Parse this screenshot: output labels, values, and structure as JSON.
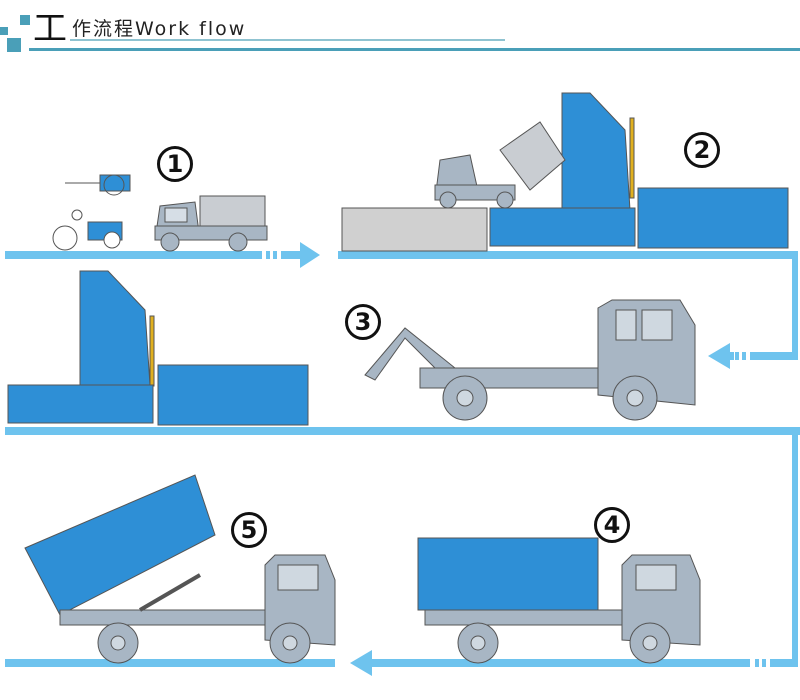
{
  "header": {
    "big_char": "工",
    "title": "作流程Work flow"
  },
  "steps": [
    {
      "label": "1"
    },
    {
      "label": "2"
    },
    {
      "label": "3"
    },
    {
      "label": "4"
    },
    {
      "label": "5"
    }
  ],
  "colors": {
    "flow": "#6ec3ee",
    "container": "#2e8fd6",
    "truck": "#a8b6c4",
    "accent": "#4a9fb8"
  }
}
